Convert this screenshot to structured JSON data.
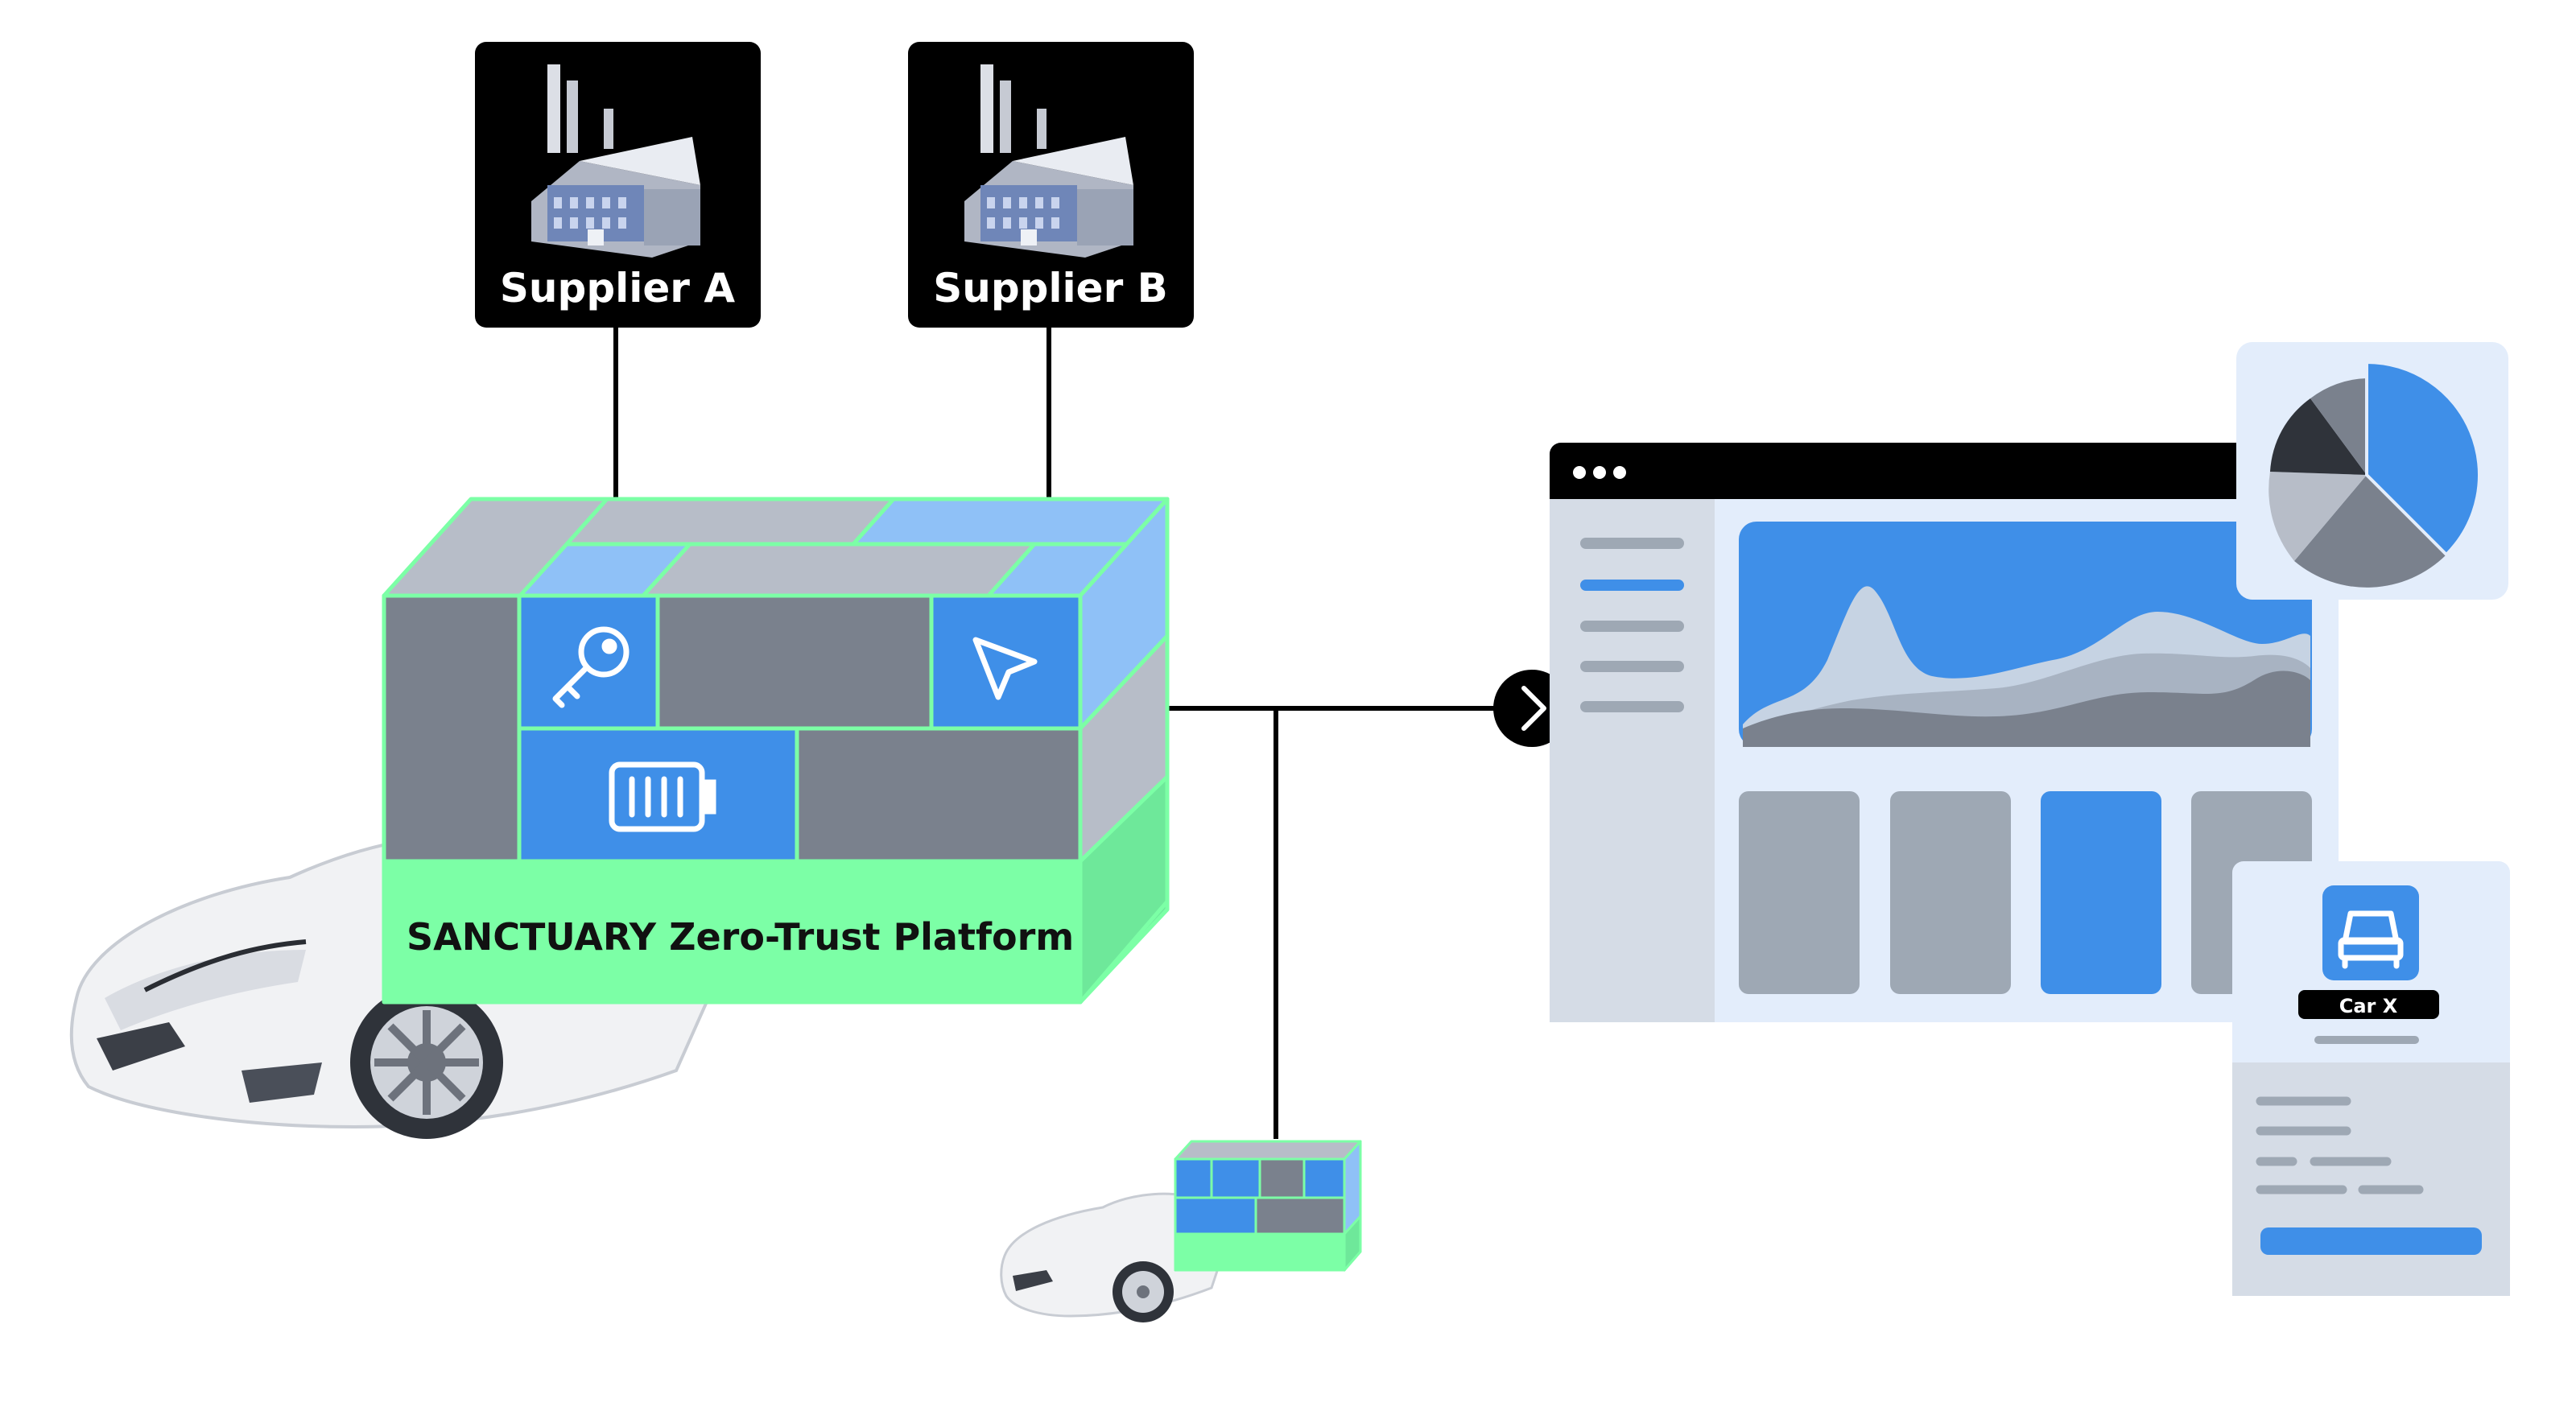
{
  "suppliers": [
    {
      "label": "Supplier A",
      "icon": "factory-icon"
    },
    {
      "label": "Supplier B",
      "icon": "factory-icon"
    }
  ],
  "platform": {
    "label": "SANCTUARY Zero-Trust Platform",
    "icons": [
      "key-icon",
      "cursor-arrow-icon",
      "battery-icon"
    ]
  },
  "dashboard": {
    "card_label": "Car X",
    "icons": [
      "window-dots-icon",
      "pie-chart-icon",
      "area-chart-icon",
      "car-icon",
      "chevron-right-icon"
    ]
  },
  "colors": {
    "green": "#7cffa6",
    "green_dark": "#6ee89a",
    "blue": "#3f8fe8",
    "light_blue": "#8fc1f7",
    "gray": "#7a818d",
    "light_gray": "#b7bdc8",
    "panel": "#d5dce6",
    "panel_light": "#e3edfb",
    "black": "#000000"
  }
}
